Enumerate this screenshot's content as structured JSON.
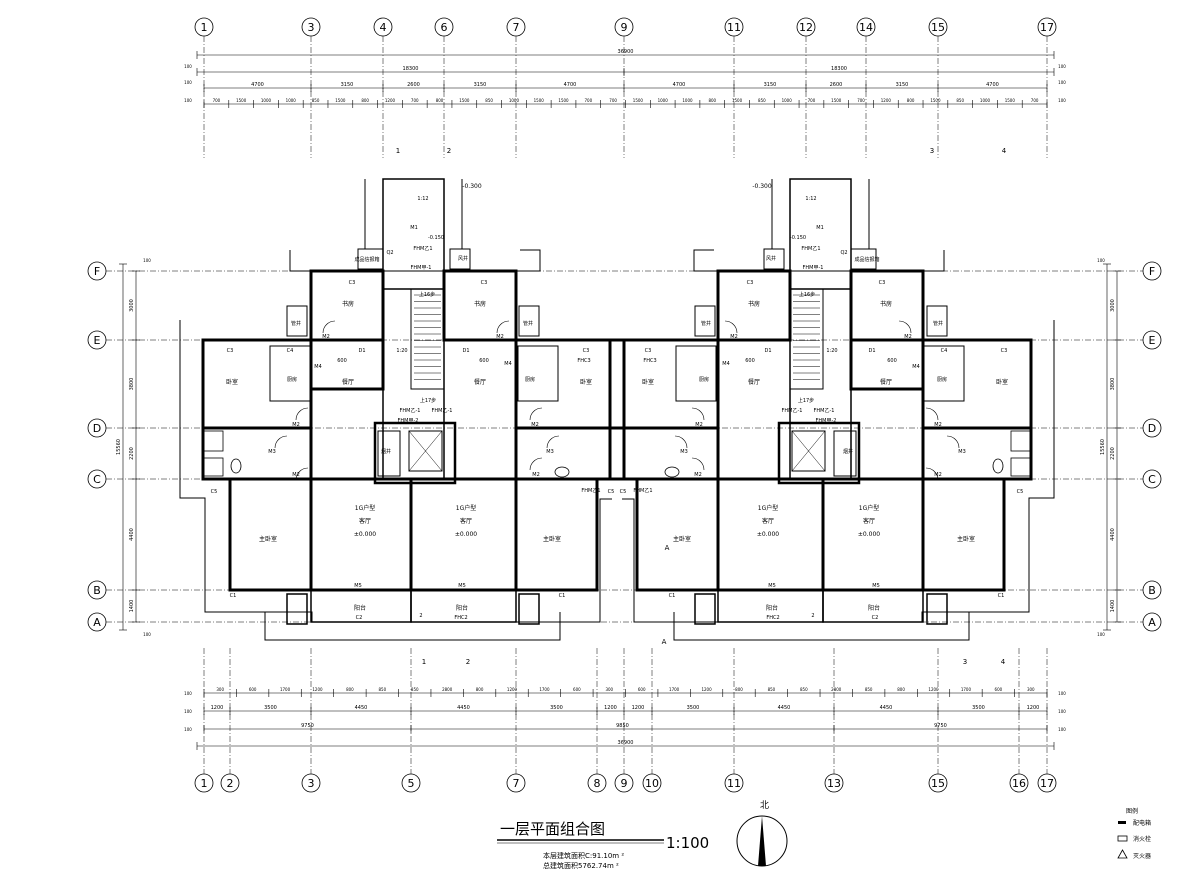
{
  "drawing": {
    "title": "一层平面组合图",
    "scale": "1:100",
    "notes": [
      "本层建筑面积C:91.10m ²",
      "总建筑面积5762.74m ²"
    ],
    "north_label": "北"
  },
  "grids": {
    "top_axes": [
      "1",
      "3",
      "4",
      "6",
      "7",
      "9",
      "11",
      "12",
      "14",
      "15",
      "17"
    ],
    "bottom_axes": [
      "1",
      "2",
      "3",
      "5",
      "7",
      "8",
      "9",
      "10",
      "11",
      "13",
      "15",
      "16",
      "17"
    ],
    "row_axes": [
      "F",
      "E",
      "D",
      "C",
      "B",
      "A"
    ]
  },
  "dimensions": {
    "top_total": "36900",
    "top_halves": [
      "18300",
      "18300"
    ],
    "top_edge": "100",
    "top_row2": [
      "4700",
      "3150",
      "2600",
      "3150",
      "4700",
      "4700",
      "3150",
      "2600",
      "3150",
      "4700"
    ],
    "top_row3": [
      "700",
      "1500",
      "1000",
      "1000",
      "850",
      "1500",
      "800",
      "1200",
      "700",
      "800",
      "1500",
      "850",
      "1000",
      "1500",
      "1500",
      "700",
      "700",
      "1500",
      "1000",
      "1000",
      "800",
      "1500",
      "850",
      "1000",
      "700",
      "1500",
      "700",
      "1200",
      "800",
      "1500",
      "850",
      "1000",
      "1500",
      "700"
    ],
    "bottom_total": "36900",
    "bottom_row2": [
      "9750",
      "9850",
      "9750"
    ],
    "bottom_row1": [
      "1200",
      "3500",
      "4450",
      "4450",
      "3500",
      "1200",
      "1200",
      "3500",
      "4450",
      "4450",
      "3500",
      "1200"
    ],
    "bottom_row0": [
      "300",
      "600",
      "1700",
      "1200",
      "800",
      "850",
      "850",
      "2800",
      "800",
      "1200",
      "1700",
      "600",
      "300",
      "600",
      "1700",
      "1200",
      "800",
      "850",
      "850",
      "2800",
      "850",
      "800",
      "1200",
      "1700",
      "600",
      "300"
    ],
    "left_total": "15560",
    "left_parts": [
      "3000",
      "3800",
      "2200",
      "4400",
      "1400"
    ],
    "right_total": "15560",
    "right_parts": [
      "3000",
      "3800",
      "2200",
      "4400",
      "1400"
    ]
  },
  "rooms": {
    "study": "书房",
    "bedroom": "卧室",
    "master_bedroom": "主卧室",
    "dining": "餐厅",
    "kitchen": "厨房",
    "living_ref": "1G户型",
    "living": "客厅",
    "level": "±0.000",
    "balcony": "阳台",
    "shaft": "管井",
    "shaft2": "风井",
    "shaft3": "烟井",
    "mailbox": "成品信报箱",
    "stair_up16": "上16步",
    "stair_up17": "上17步",
    "slope": "1:20",
    "ramp": "1:12",
    "lv_m150": "-0.150",
    "lv_m300": "-0.300"
  },
  "tags": {
    "C1": "C1",
    "C2": "C2",
    "C3": "C3",
    "C4": "C4",
    "C5": "C5",
    "D1": "D1",
    "M1": "M1",
    "M2": "M2",
    "M3": "M3",
    "M4": "M4",
    "M5": "M5",
    "FHC2": "FHC2",
    "FHC3": "FHC3",
    "FHM1": "FHM乙1",
    "FHMA1": "FHM甲-1",
    "FHMA2": "FHM甲-2",
    "FHMB1": "FHM乙-1",
    "Q2": "Q2",
    "dim600": "600",
    "sec1": "1",
    "sec2": "2",
    "sec3": "3",
    "sec4": "4",
    "secA": "A"
  },
  "legend": {
    "title": "图例",
    "items": [
      "配电箱",
      "消火栓",
      "灭火器"
    ]
  }
}
